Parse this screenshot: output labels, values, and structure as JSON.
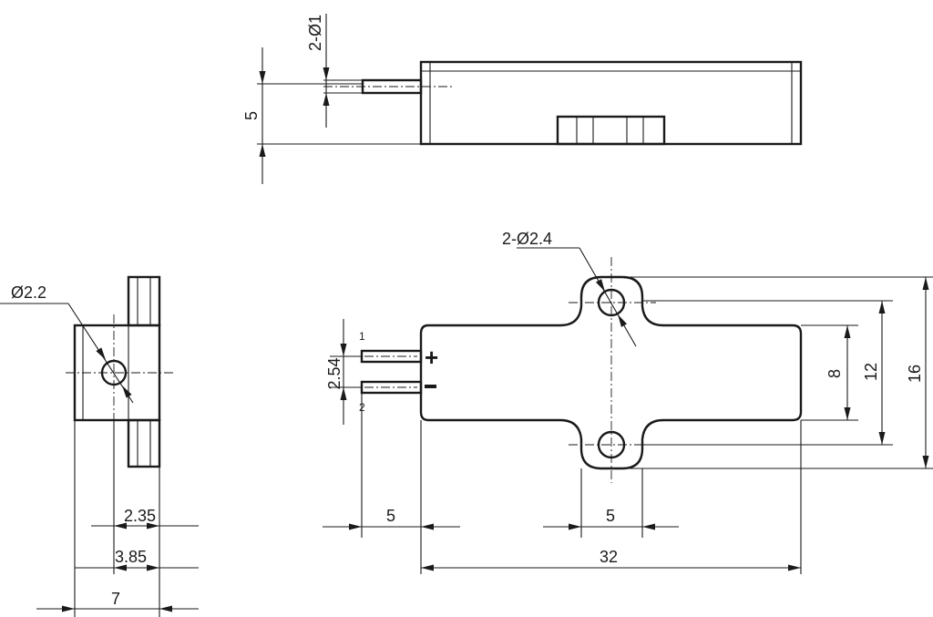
{
  "top_view": {
    "pin_dia": "2-Ø1",
    "height": "5"
  },
  "side_view": {
    "hole_dia": "Ø2.2",
    "d1": "2.35",
    "d2": "3.85",
    "d3": "7"
  },
  "front_view": {
    "hole_dia": "2-Ø2.4",
    "pin_pitch": "2.54",
    "pin1": "1",
    "pin2": "2",
    "plus": "+",
    "minus": "-",
    "pin_len": "5",
    "hole_spacing": "5",
    "length": "32",
    "height": "8",
    "hole_pitch": "12",
    "overall_height": "16"
  }
}
